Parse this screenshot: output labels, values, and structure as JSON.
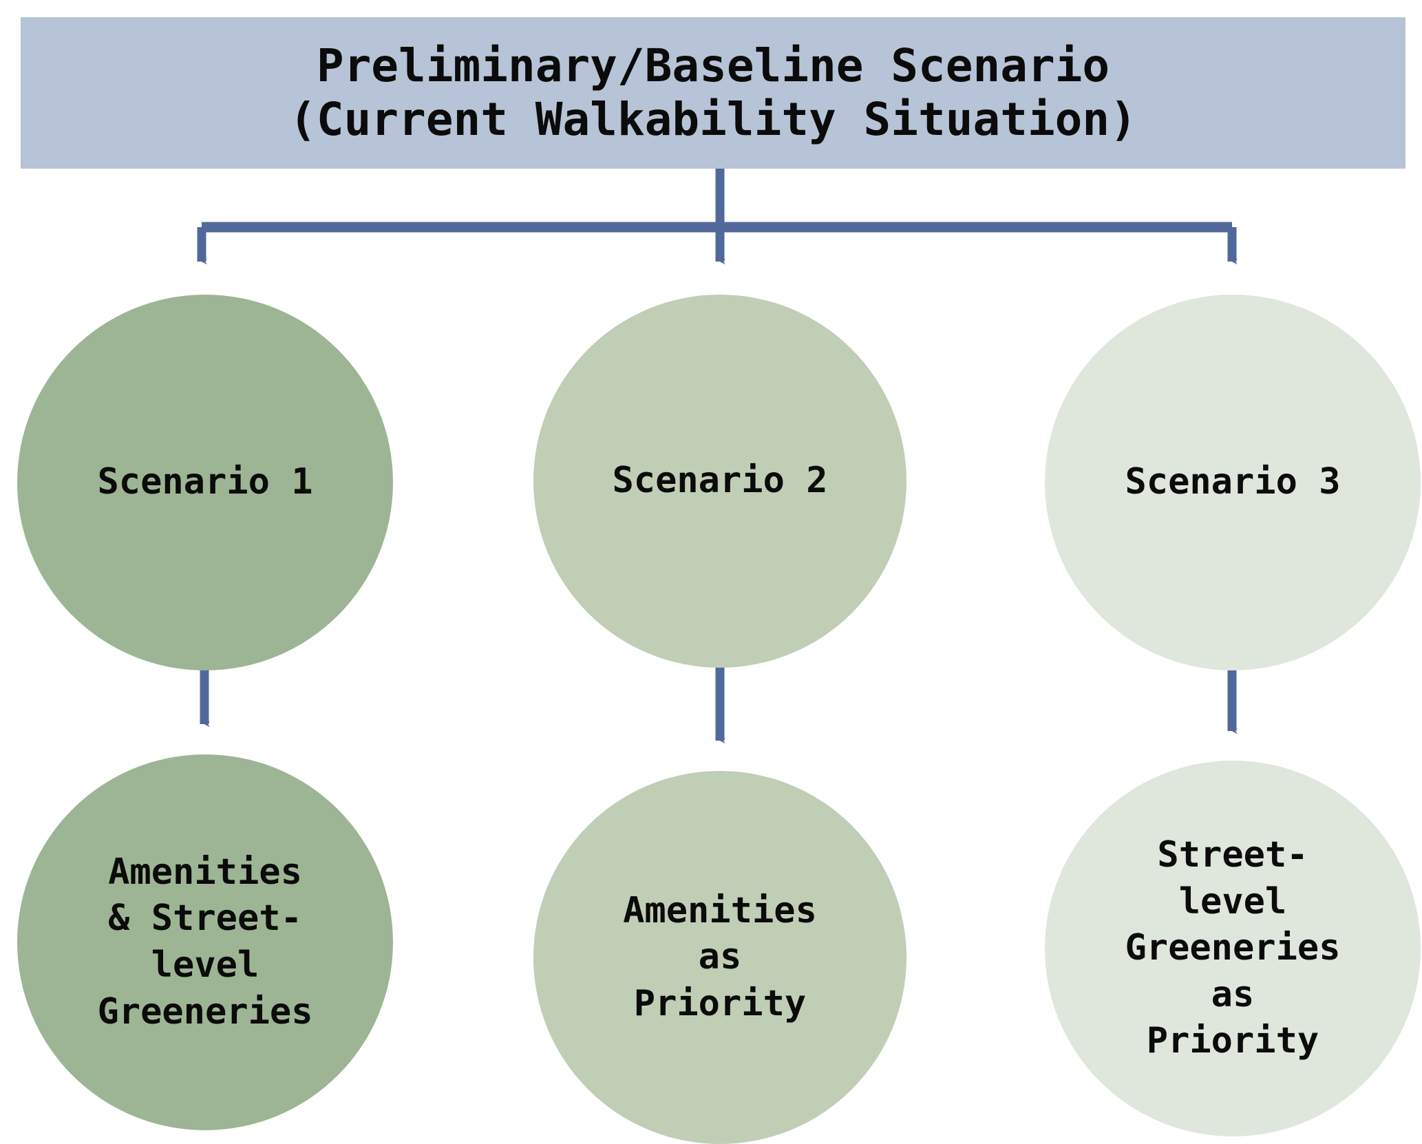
{
  "diagram": {
    "type": "flowchart",
    "title_banner": {
      "line1": "Preliminary/Baseline Scenario",
      "line2": "(Current Walkability Situation)",
      "fill_color": "#B7C3D6"
    },
    "connector_color": "#51699A",
    "scenario_nodes": [
      {
        "label": "Scenario 1",
        "fill_color": "#9DB594"
      },
      {
        "label": "Scenario 2",
        "fill_color": "#C0CEB6"
      },
      {
        "label": "Scenario 3",
        "fill_color": "#DFE6DC"
      }
    ],
    "outcome_nodes": [
      {
        "label": "Amenities\n& Street-\nlevel\nGreeneries",
        "fill_color": "#9DB594"
      },
      {
        "label": "Amenities\nas\nPriority",
        "fill_color": "#C0CEB6"
      },
      {
        "label": "Street-\nlevel\nGreeneries\nas\nPriority",
        "fill_color": "#DFE6DC"
      }
    ]
  }
}
